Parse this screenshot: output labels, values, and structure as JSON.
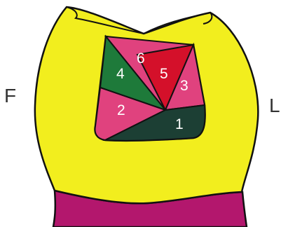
{
  "labels": {
    "left": "F",
    "right": "L"
  },
  "segments": [
    {
      "number": "1",
      "color": "#1c3f34"
    },
    {
      "number": "2",
      "color": "#e0427e"
    },
    {
      "number": "3",
      "color": "#e0427e"
    },
    {
      "number": "4",
      "color": "#1e7a3a"
    },
    {
      "number": "5",
      "color": "#d4102a"
    },
    {
      "number": "6",
      "color": "#e0427e"
    }
  ],
  "colors": {
    "crown": "#f2ee1e",
    "gum": "#b3176d",
    "outline": "#111111"
  }
}
